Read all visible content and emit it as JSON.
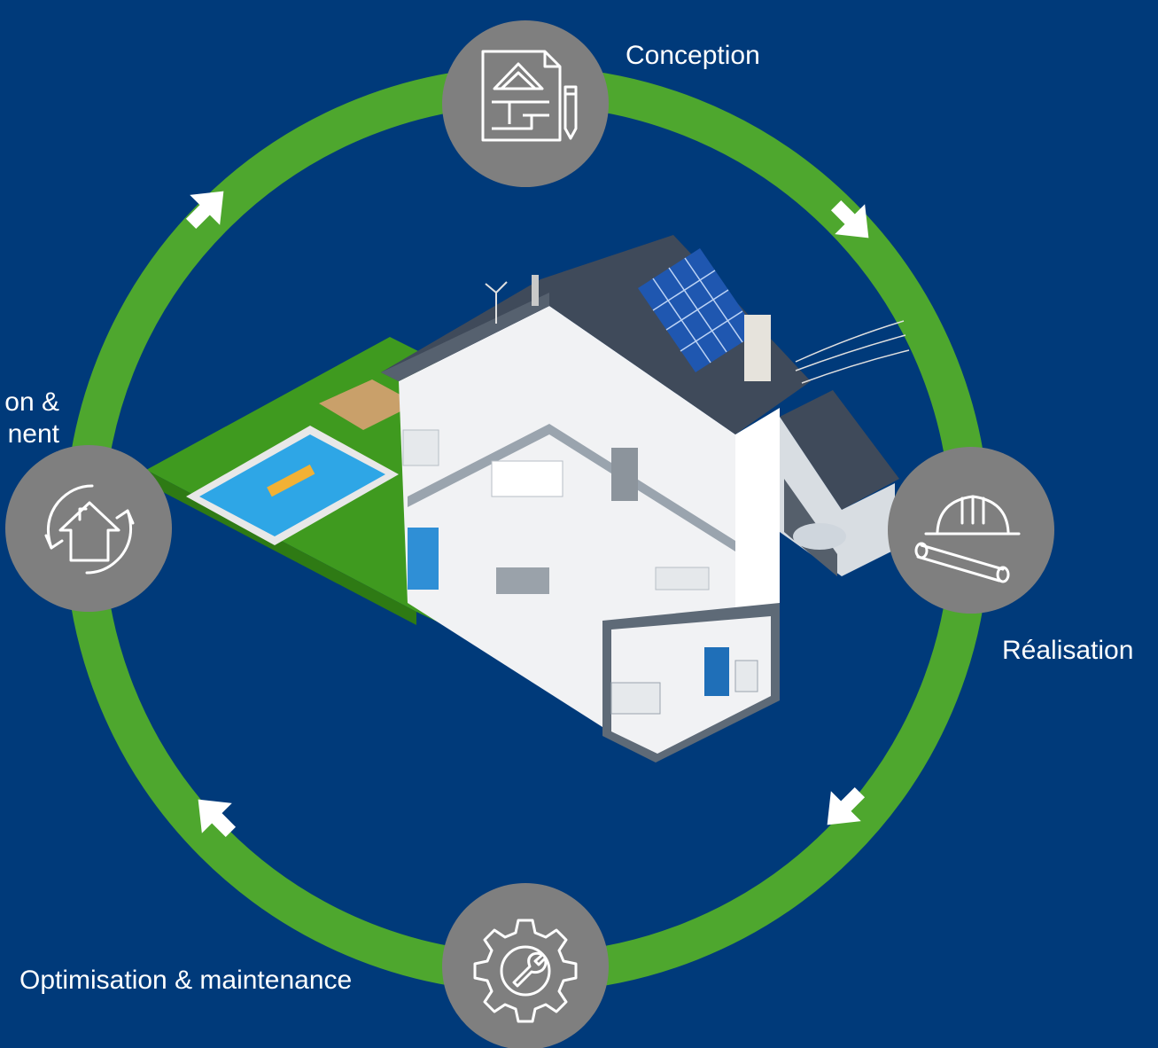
{
  "colors": {
    "background": "#003a7a",
    "cycle_ring": "#4ea72e",
    "stage_node": "#7f7f7f",
    "icon_stroke": "#ffffff",
    "label_text": "#ffffff"
  },
  "cycle": {
    "stages": [
      {
        "label": "Conception",
        "icon": "blueprint-pencil-icon"
      },
      {
        "label": "Réalisation",
        "icon": "hard-hat-plans-icon"
      },
      {
        "label": "Optimisation & maintenance",
        "icon": "gear-wrench-icon"
      },
      {
        "lines": [
          "on &",
          "nent"
        ],
        "icon": "house-cycle-icon"
      }
    ],
    "arrows": [
      "clockwise",
      "clockwise",
      "clockwise",
      "clockwise"
    ]
  },
  "illustration": {
    "subject": "isometric-smart-house-cutaway"
  }
}
